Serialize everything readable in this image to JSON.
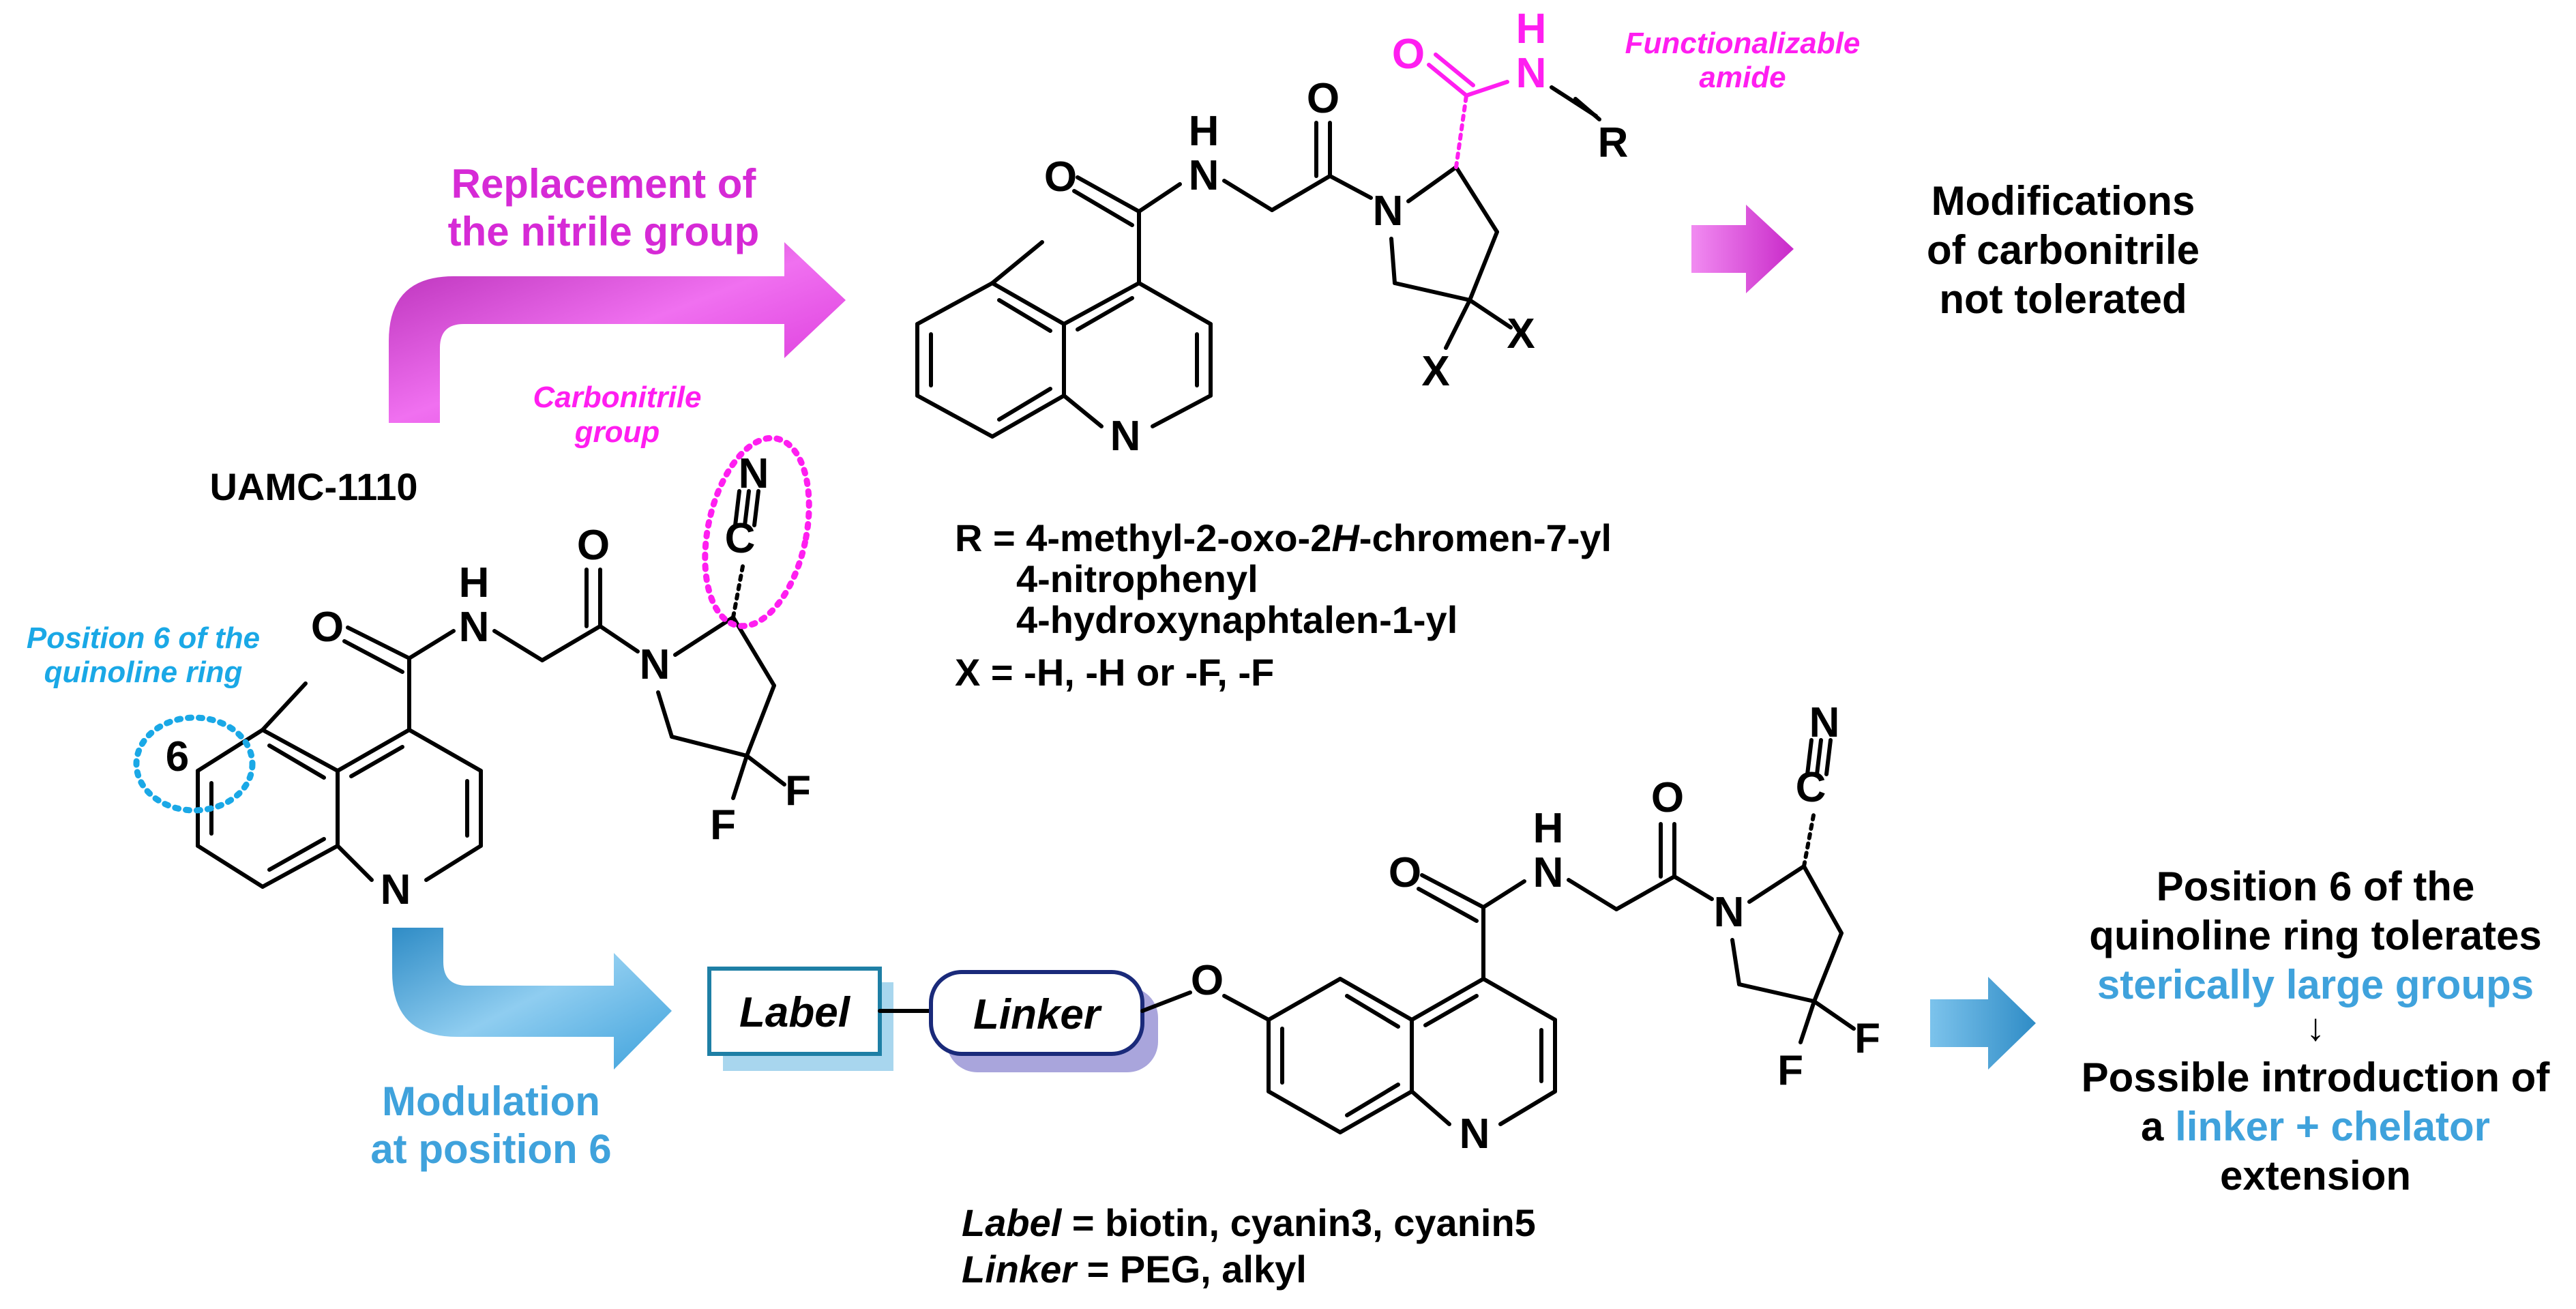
{
  "compound_name": "UAMC-1110",
  "top_arrow_label": [
    "Replacement of",
    "the nitrile group"
  ],
  "bottom_arrow_label": [
    "Modulation",
    "at position 6"
  ],
  "callouts": {
    "functionalizable_amide": [
      "Functionalizable",
      "amide"
    ],
    "carbonitrile_group": [
      "Carbonitrile",
      "group"
    ],
    "position6": [
      "Position 6 of the",
      "quinoline ring"
    ]
  },
  "top_conclusion": [
    "Modifications",
    "of carbonitrile",
    "not tolerated"
  ],
  "r_definition": {
    "prefix": "R = 4-methyl-2-oxo-2",
    "italic": "H",
    "suffix": "-chromen-7-yl",
    "line2": "4-nitrophenyl",
    "line3": "4-hydroxynaphtalen-1-yl"
  },
  "x_definition": "X = -H, -H  or  -F, -F",
  "label_box": "Label",
  "linker_box": "Linker",
  "label_definition": {
    "key": "Label",
    "value": " =  biotin, cyanin3, cyanin5"
  },
  "linker_definition": {
    "key": "Linker",
    "value": " = PEG, alkyl"
  },
  "bottom_conclusion": {
    "line1": "Position 6 of the",
    "line2": "quinoline ring tolerates",
    "line3": "sterically large groups",
    "line4": "↓",
    "line5": "Possible introduction of",
    "line6_a": "a ",
    "line6_b": "linker + chelator",
    "line7": "extension"
  },
  "atoms": {
    "O": "O",
    "N": "N",
    "H": "H",
    "C": "C",
    "F": "F",
    "X": "X",
    "R": "R",
    "six": "6"
  },
  "colors": {
    "magenta_arrow": "#d62ad6",
    "blue_arrow": "#3fa2dc",
    "callout_pink": "#ff1ef0",
    "callout_cyan": "#1aa8e6",
    "label_box_border": "#1e7fa5",
    "linker_box_border": "#1a2a7a"
  }
}
